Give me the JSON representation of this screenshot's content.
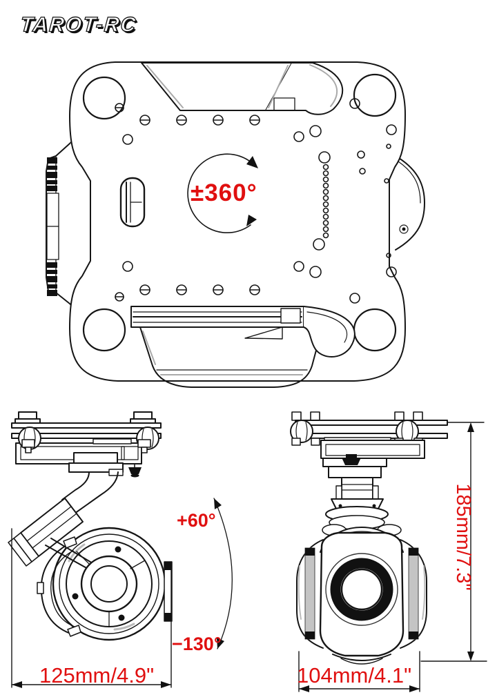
{
  "logo": {
    "text": "TAROT-RC"
  },
  "colors": {
    "annotation_red": "#e01010",
    "line_black": "#151515",
    "accent_gray": "#aaaaaa",
    "background": "#ffffff"
  },
  "top_view": {
    "yaw_range_label": "±360°"
  },
  "side_view": {
    "pitch_up_label": "+60°",
    "pitch_down_label": "−130°",
    "width_label": "125mm/4.9\""
  },
  "front_view": {
    "width_label": "104mm/4.1\"",
    "height_label": "185mm/7.3\""
  }
}
